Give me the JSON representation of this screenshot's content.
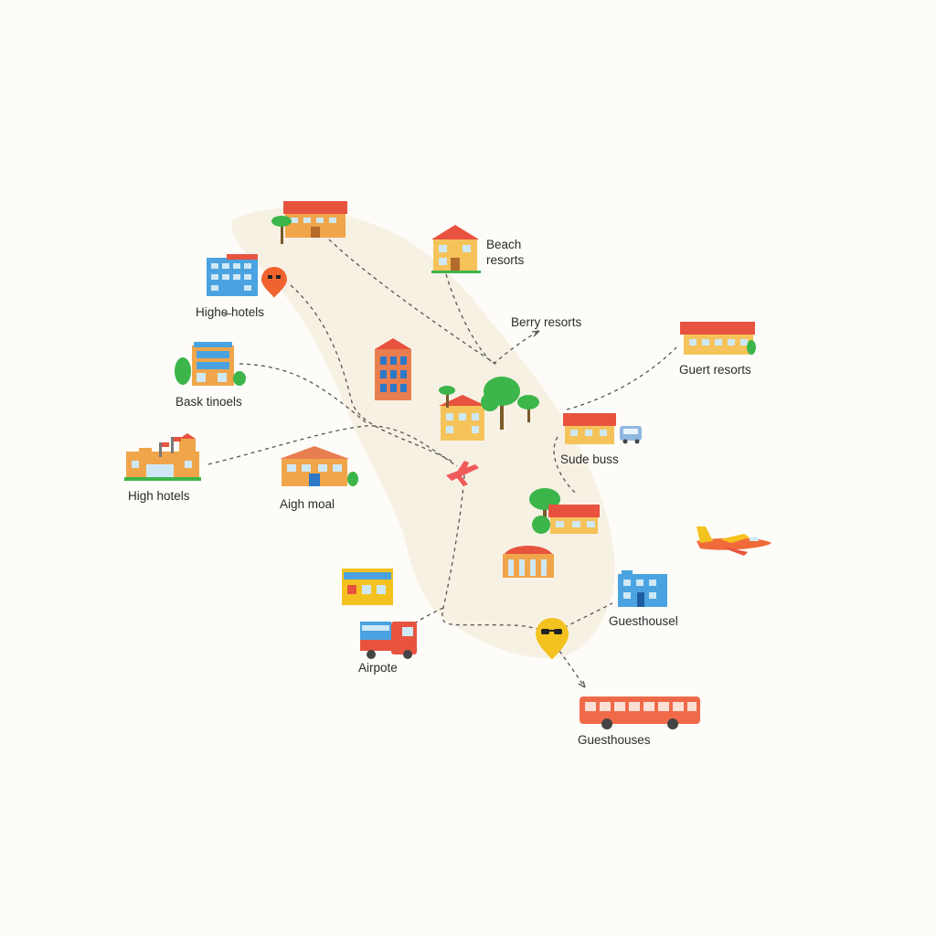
{
  "labels": {
    "beach_resorts_line1": "Beach",
    "beach_resorts_line2": "resorts",
    "higher_hotels": "Highe̶ hotels",
    "berry_resorts": "Berry resorts",
    "guest_resorts": "Guert resorts",
    "bask_tinoels": "Bask tinoels",
    "sude_buss": "Sude buss",
    "high_hotels": "High hotels",
    "aigh_moal": "Aigh moal",
    "guesthousel": "Guesthousel",
    "airpote": "Airpote",
    "guesthouses": "Guesthouses"
  },
  "colors": {
    "background": "#fdfcf8",
    "island": "#f7f1e3",
    "route": "#555555",
    "roof_red": "#e8533f",
    "wall_orange": "#f0a54a",
    "wall_yellow": "#f5c35a",
    "building_blue": "#4aa3e0",
    "palm_green": "#3cb54a",
    "pin_orange": "#f0632f",
    "pin_yellow": "#f4c21f"
  },
  "icons": [
    "hotel-building-icon",
    "palm-tree-icon",
    "location-pin-icon",
    "airplane-icon",
    "bus-icon",
    "truck-icon"
  ]
}
